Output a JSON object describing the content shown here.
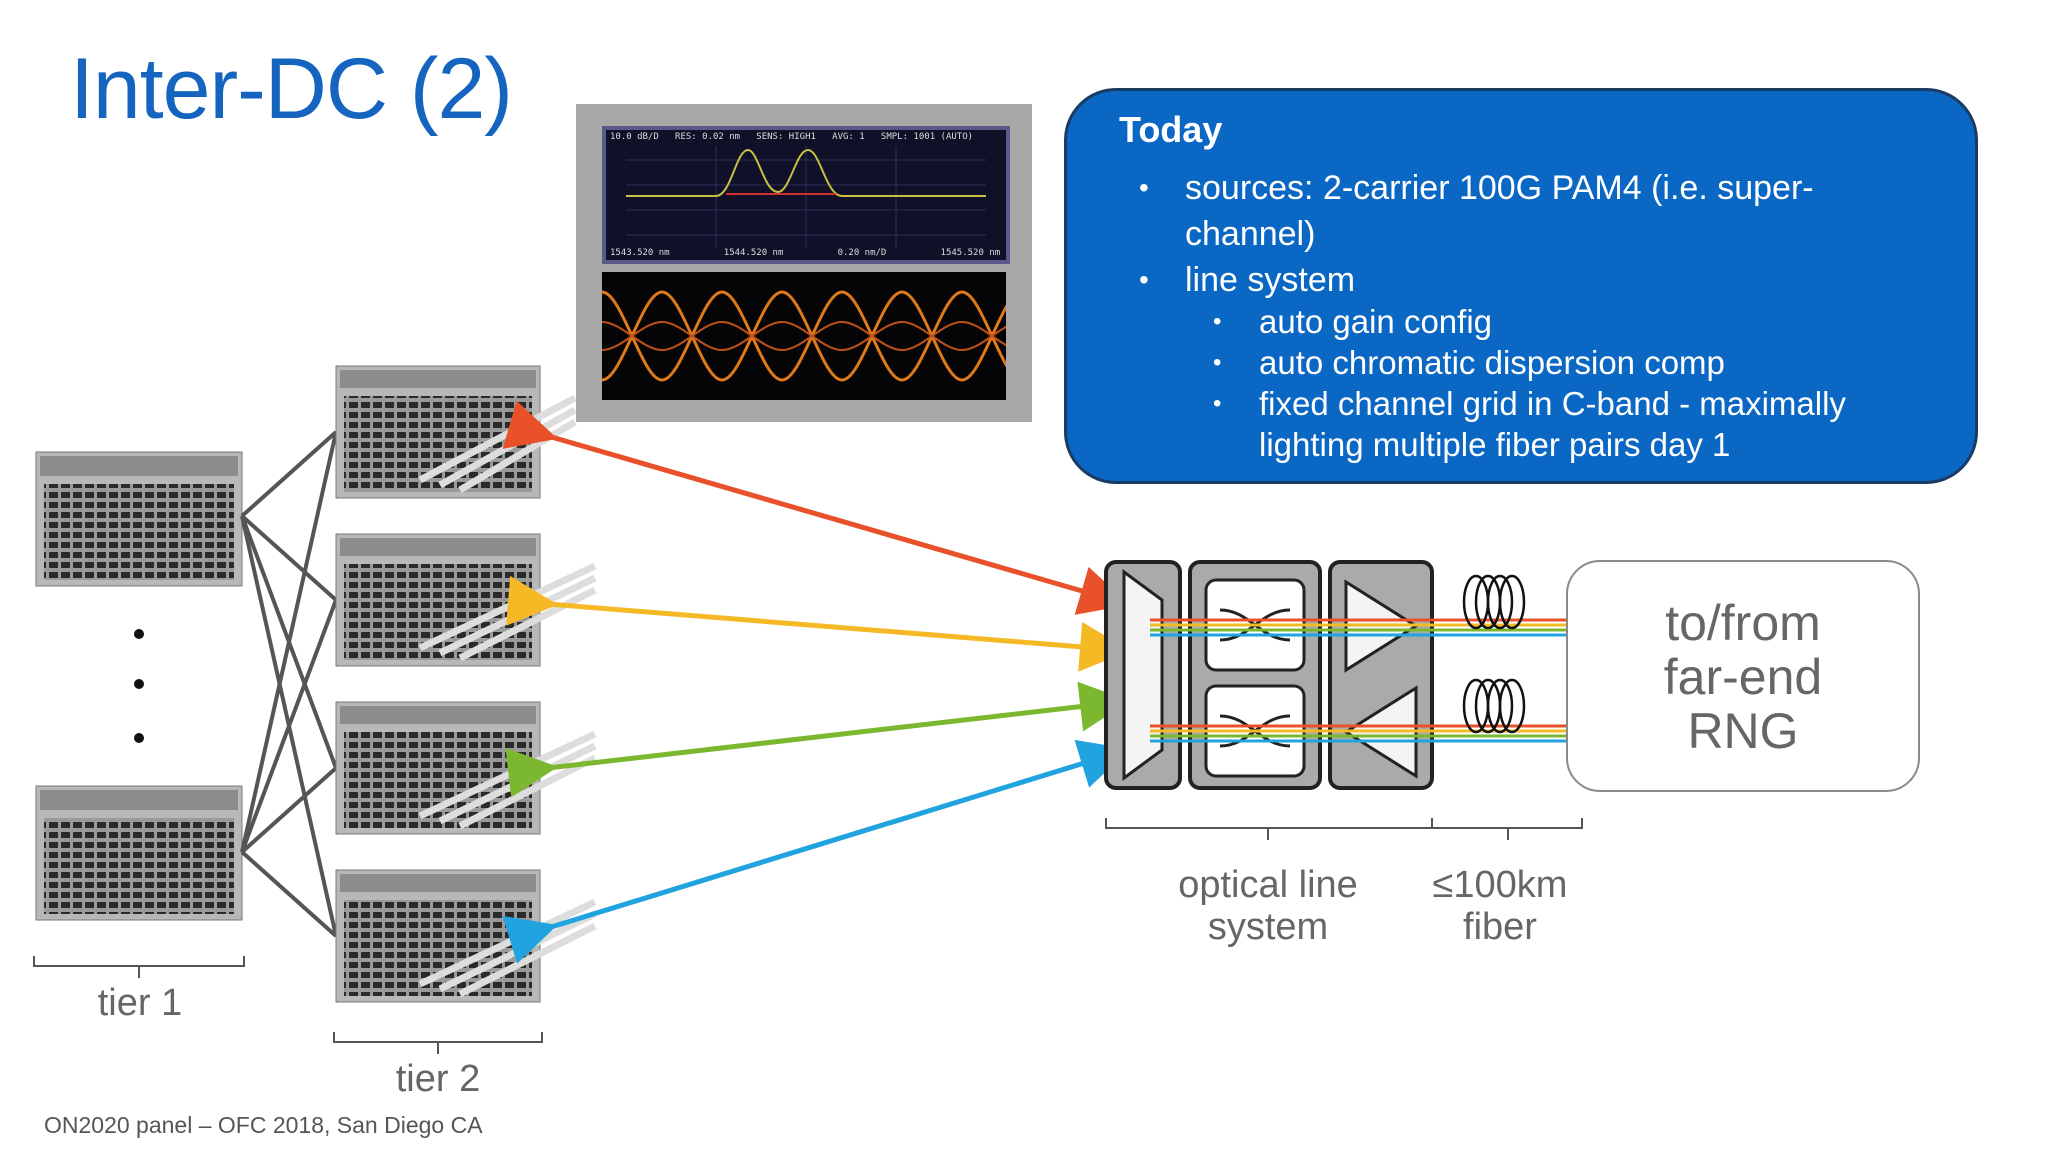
{
  "slide": {
    "title": "Inter-DC (2)",
    "footer": "ON2020 panel – OFC 2018, San Diego CA"
  },
  "today_box": {
    "heading": "Today",
    "bullets": [
      "sources: 2-carrier 100G PAM4 (i.e. super-channel)",
      "line system"
    ],
    "sub_bullets": [
      "auto gain config",
      "auto chromatic dispersion comp",
      "fixed channel grid in C-band - maximally lighting multiple fiber pairs day 1"
    ]
  },
  "labels": {
    "tier1": "tier 1",
    "tier2": "tier 2",
    "optical_line_system_1": "optical line",
    "optical_line_system_2": "system",
    "fiber_1": "≤100km",
    "fiber_2": "fiber",
    "rng_1": "to/from",
    "rng_2": "far-end",
    "rng_3": "RNG"
  },
  "osa_display": {
    "header": "10.0 dB/D   RES: 0.02 nm   SENS: HIGH1   AVG: 1   SMPL: 1001 (AUTO)",
    "footer": "1543.520 nm          1544.520 nm          0.20 nm/D          1545.520 nm"
  },
  "colors": {
    "title": "#1565c0",
    "box_fill": "#0a67c4",
    "arrow_red": "#e8512a",
    "arrow_yellow": "#f4b925",
    "arrow_green": "#7cb82f",
    "arrow_blue": "#21a3e0"
  }
}
